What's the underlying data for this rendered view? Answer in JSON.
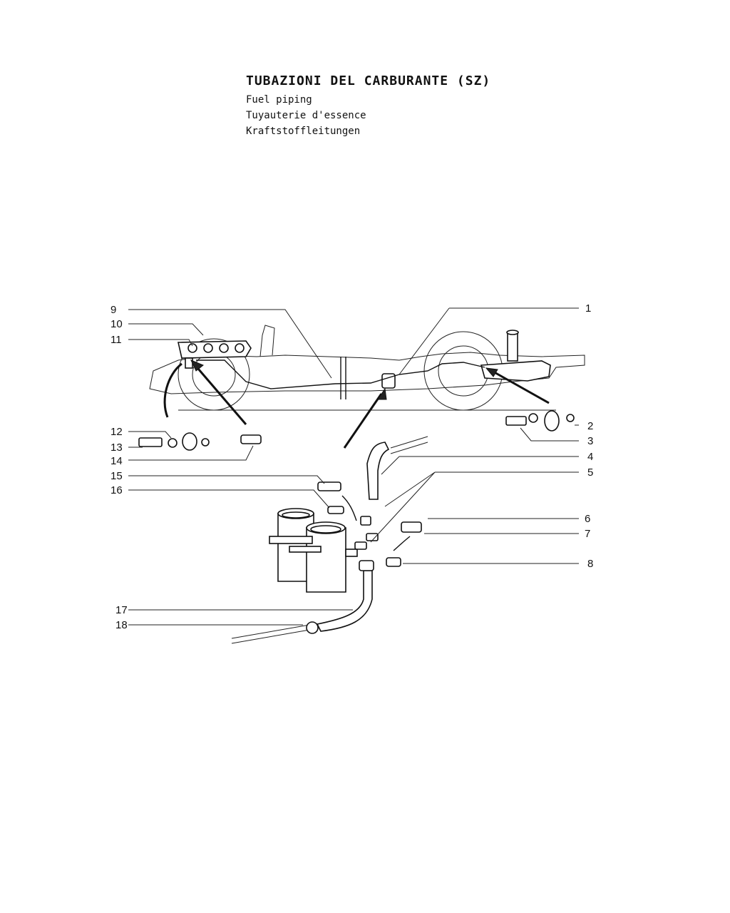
{
  "title": {
    "main": "TUBAZIONI DEL CARBURANTE (SZ)",
    "en": "Fuel piping",
    "fr": "Tuyauterie d'essence",
    "de": "Kraftstoffleitungen"
  },
  "callouts": [
    "1",
    "2",
    "3",
    "4",
    "5",
    "6",
    "7",
    "8",
    "9",
    "10",
    "11",
    "12",
    "13",
    "14",
    "15",
    "16",
    "17",
    "18"
  ]
}
